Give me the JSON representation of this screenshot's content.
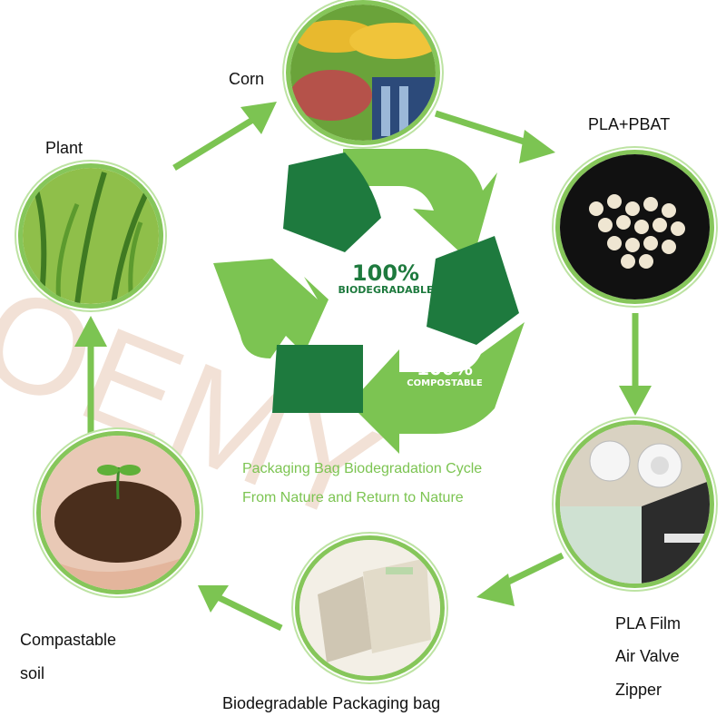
{
  "nodes": {
    "corn": {
      "label": "Corn"
    },
    "pla_pbat": {
      "label": "PLA+PBAT"
    },
    "plant": {
      "label": "Plant"
    },
    "pla_film": {
      "lines": [
        "PLA Film",
        "Air Valve",
        "Zipper"
      ]
    },
    "soil": {
      "lines": [
        "Compastable",
        "soil"
      ]
    },
    "bag": {
      "label": "Biodegradable Packaging bag"
    }
  },
  "center": {
    "badge1_big": "100%",
    "badge1_small": "BIODEGRADABLE",
    "badge2_big": "100%",
    "badge2_small": "COMPOSTABLE"
  },
  "tagline": {
    "line1": "Packaging Bag Biodegradation Cycle",
    "line2": "From Nature and Return to Nature"
  },
  "watermark": "OEMY",
  "colors": {
    "accent_green": "#7cc452",
    "dark_green": "#1e7a3e",
    "watermark": "#e8c9b6"
  }
}
